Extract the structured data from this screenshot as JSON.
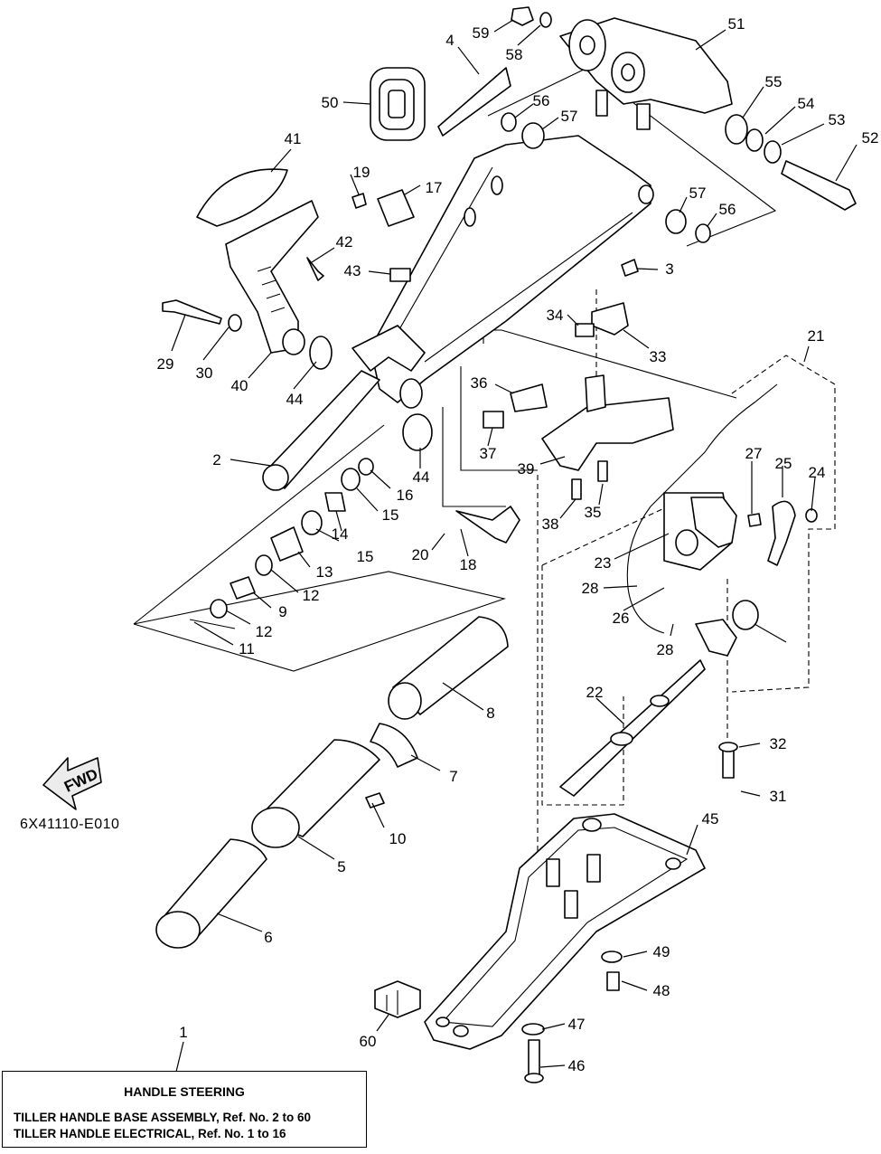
{
  "diagram_code": "6X41110-E010",
  "fwd_label": "FWD",
  "legend": {
    "title": "HANDLE STEERING",
    "lines": [
      "TILLER HANDLE BASE ASSEMBLY,  Ref. No. 2 to 60",
      "TILLER HANDLE ELECTRICAL,  Ref. No. 1 to 16"
    ]
  },
  "callouts": [
    "1",
    "2",
    "3",
    "4",
    "5",
    "6",
    "7",
    "8",
    "9",
    "10",
    "11",
    "12",
    "12",
    "13",
    "14",
    "15",
    "15",
    "16",
    "17",
    "18",
    "19",
    "20",
    "21",
    "22",
    "23",
    "24",
    "25",
    "26",
    "27",
    "28",
    "28",
    "29",
    "30",
    "31",
    "32",
    "33",
    "34",
    "35",
    "36",
    "37",
    "38",
    "39",
    "40",
    "41",
    "42",
    "43",
    "44",
    "44",
    "45",
    "46",
    "47",
    "48",
    "49",
    "50",
    "51",
    "52",
    "53",
    "54",
    "55",
    "56",
    "56",
    "57",
    "57",
    "58",
    "59",
    "60"
  ]
}
